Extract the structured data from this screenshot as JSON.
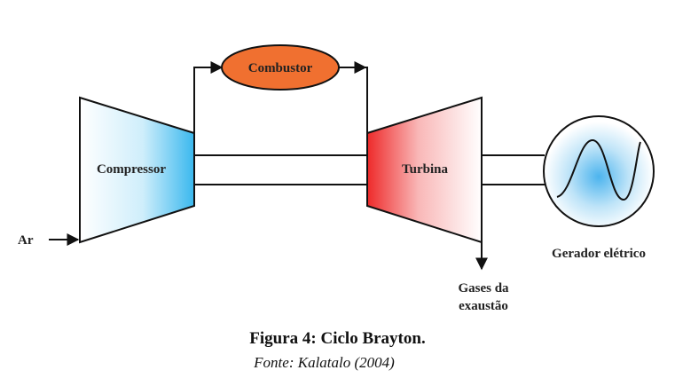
{
  "diagram": {
    "components": {
      "combustor": "Combustor",
      "compressor": "Compressor",
      "turbine": "Turbina",
      "generator": "Gerador elétrico"
    },
    "flows": {
      "air_in": "Ar",
      "exhaust_line1": "Gases da",
      "exhaust_line2": "exaustão"
    },
    "colors": {
      "combustor_fill": "#f07030",
      "compressor_accent": "#3ab8ee",
      "turbine_accent": "#ee2a2a",
      "generator_accent": "#4cb4ee"
    }
  },
  "caption": {
    "title": "Figura 4: Ciclo Brayton.",
    "source": "Fonte: Kalatalo (2004)"
  }
}
